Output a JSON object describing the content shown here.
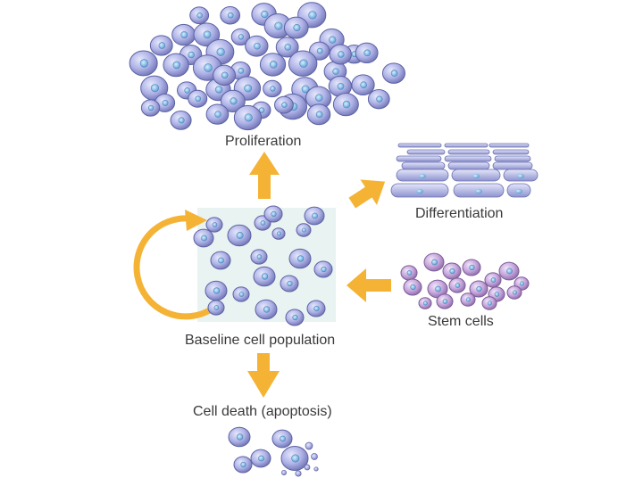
{
  "labels": {
    "proliferation": "Proliferation",
    "differentiation": "Differentiation",
    "stem_cells": "Stem cells",
    "baseline": "Baseline cell population",
    "cell_death": "Cell death (apoptosis)"
  },
  "colors": {
    "arrow": "#f5b335",
    "cell_fill": "#a9aee3",
    "cell_edge": "#6b6fae",
    "nucleus": "#7fb9e6",
    "stem_fill": "#c3a3d8",
    "box_bg": "#e8f3f2"
  }
}
